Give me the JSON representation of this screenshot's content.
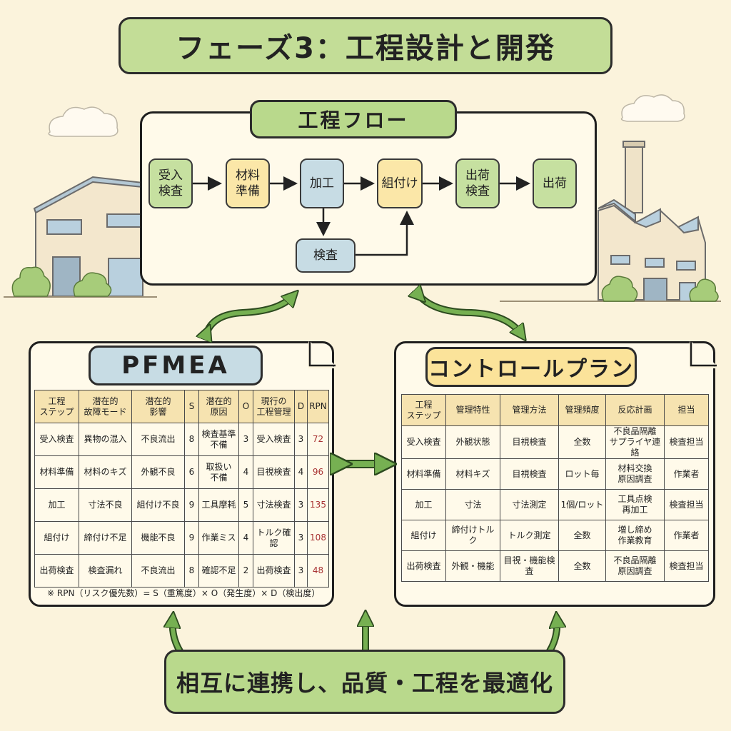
{
  "title": "フェーズ3：工程設計と開発",
  "flow": {
    "title": "工程フロー",
    "steps": [
      {
        "label": "受入\n検査",
        "color": "green"
      },
      {
        "label": "材料\n準備",
        "color": "yellow"
      },
      {
        "label": "加工",
        "color": "blue"
      },
      {
        "label": "組付け",
        "color": "yellow"
      },
      {
        "label": "出荷\n検査",
        "color": "green"
      },
      {
        "label": "出荷",
        "color": "green"
      }
    ],
    "branch_step": {
      "label": "検査",
      "color": "blue"
    }
  },
  "pfmea": {
    "title": "PFMEA",
    "headers": [
      "工程\nステップ",
      "潜在的\n故障モード",
      "潜在的\n影響",
      "S",
      "潜在的\n原因",
      "O",
      "現行の\n工程管理",
      "D",
      "RPN"
    ],
    "rows": [
      [
        "受入検査",
        "異物の混入",
        "不良流出",
        "8",
        "検査基準\n不備",
        "3",
        "受入検査",
        "3",
        "72"
      ],
      [
        "材料準備",
        "材料のキズ",
        "外観不良",
        "6",
        "取扱い\n不備",
        "4",
        "目視検査",
        "4",
        "96"
      ],
      [
        "加工",
        "寸法不良",
        "組付け不良",
        "9",
        "工具摩耗",
        "5",
        "寸法検査",
        "3",
        "135"
      ],
      [
        "組付け",
        "締付け不足",
        "機能不良",
        "9",
        "作業ミス",
        "4",
        "トルク確認",
        "3",
        "108"
      ],
      [
        "出荷検査",
        "検査漏れ",
        "不良流出",
        "8",
        "確認不足",
        "2",
        "出荷検査",
        "3",
        "48"
      ]
    ],
    "note": "※ RPN（リスク優先数）= S（重篤度）× O（発生度）× D（検出度）"
  },
  "control_plan": {
    "title": "コントロールプラン",
    "headers": [
      "工程\nステップ",
      "管理特性",
      "管理方法",
      "管理頻度",
      "反応計画",
      "担当"
    ],
    "rows": [
      [
        "受入検査",
        "外観状態",
        "目視検査",
        "全数",
        "不良品隔離\nサプライヤ連絡",
        "検査担当"
      ],
      [
        "材料準備",
        "材料キズ",
        "目視検査",
        "ロット毎",
        "材料交換\n原因調査",
        "作業者"
      ],
      [
        "加工",
        "寸法",
        "寸法測定",
        "1個/ロット",
        "工具点検\n再加工",
        "検査担当"
      ],
      [
        "組付け",
        "締付けトルク",
        "トルク測定",
        "全数",
        "増し締め\n作業教育",
        "作業者"
      ],
      [
        "出荷検査",
        "外観・機能",
        "目視・機能検査",
        "全数",
        "不良品隔離\n原因調査",
        "検査担当"
      ]
    ]
  },
  "bottom_banner": "相互に連携し、品質・工程を最適化",
  "colors": {
    "background": "#fbf3dc",
    "green": "#c6e0a0",
    "yellow": "#fbe7a8",
    "blue": "#c7dce4",
    "arrow_green": "#76b052",
    "rpn_red": "#a83232"
  }
}
